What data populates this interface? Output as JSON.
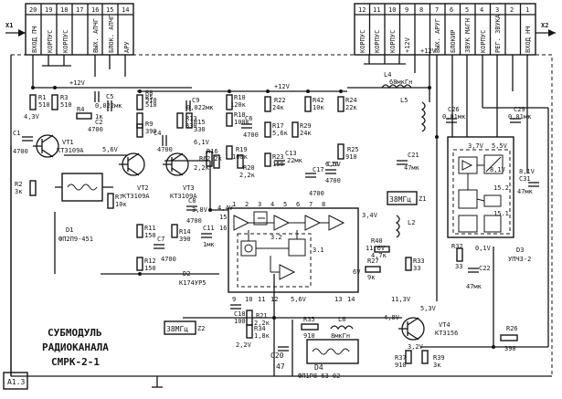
{
  "diagram": {
    "title_lines": [
      "СУБМОДУЛЬ",
      "РАДИОКАНАЛА",
      "СМРК-2-1"
    ],
    "corner_label": "А1.3",
    "connector_x1": {
      "ref": "X1",
      "pin_numbers": [
        "20",
        "19",
        "18",
        "17",
        "16",
        "15",
        "14"
      ],
      "pin_labels": [
        "ВХОД ПЧ",
        "КОРПУС",
        "КОРПУС",
        "",
        "ВЫХ. АПЧГ",
        "БЛОК. АПЧГ",
        "АРУ"
      ]
    },
    "connector_x2": {
      "ref": "X2",
      "pin_numbers": [
        "12",
        "11",
        "10",
        "9",
        "8",
        "7",
        "6",
        "5",
        "4",
        "3",
        "2",
        "1"
      ],
      "pin_labels": [
        "КОРПУС",
        "КОРПУС",
        "КОРПУС",
        "+12V",
        "",
        "ВЫХ. АРУГ",
        "БЛОКИР",
        "ЗВУК МАГН",
        "КОРПУС",
        "РЕГ. ЗВУКА",
        "",
        "ВХОД НЧ"
      ]
    },
    "components": {
      "R1": {
        "ref": "R1",
        "value": "510"
      },
      "R2": {
        "ref": "R2",
        "value": "3к"
      },
      "R3": {
        "ref": "R3",
        "value": "510"
      },
      "R4": {
        "ref": "R4",
        "value": "1к"
      },
      "R5": {
        "ref": "R5",
        "value": "510"
      },
      "R6": {
        "ref": "R6",
        "value": "2,2к"
      },
      "R7": {
        "ref": "R7",
        "value": "10к"
      },
      "R8": {
        "ref": "R8",
        "value": "510"
      },
      "R9": {
        "ref": "R9",
        "value": "390"
      },
      "R10": {
        "ref": "R10",
        "value": "120к"
      },
      "R11": {
        "ref": "R11",
        "value": "150"
      },
      "R12": {
        "ref": "R12",
        "value": "150"
      },
      "R13": {
        "ref": "R13",
        "value": "330"
      },
      "R14": {
        "ref": "R14",
        "value": "390"
      },
      "R15": {
        "ref": "R15",
        "value": "330"
      },
      "R16": {
        "ref": "R16",
        "value": "2,2к"
      },
      "R17": {
        "ref": "R17",
        "value": "5,6к"
      },
      "R18": {
        "ref": "R18",
        "value": "100к"
      },
      "R19": {
        "ref": "R19",
        "value": "100к"
      },
      "R20": {
        "ref": "R20",
        "value": "2,2к"
      },
      "R21": {
        "ref": "R21",
        "value": "2,2к"
      },
      "R22": {
        "ref": "R22",
        "value": "24к"
      },
      "R23": {
        "ref": "R23",
        "value": "150"
      },
      "R24": {
        "ref": "R24",
        "value": "22к"
      },
      "R25": {
        "ref": "R25",
        "value": "910"
      },
      "R26": {
        "ref": "R26",
        "value": "390"
      },
      "R27": {
        "ref": "R27",
        "value": "9к"
      },
      "R29": {
        "ref": "R29",
        "value": "24к"
      },
      "R32": {
        "ref": "R32",
        "value": "33"
      },
      "R33": {
        "ref": "R33",
        "value": "33"
      },
      "R34": {
        "ref": "R34",
        "value": "1,8к"
      },
      "R35": {
        "ref": "R35",
        "value": "910"
      },
      "R37": {
        "ref": "R37",
        "value": "910"
      },
      "R39": {
        "ref": "R39",
        "value": "3к"
      },
      "R40": {
        "ref": "R40",
        "value": "4,7к"
      },
      "R42": {
        "ref": "R42",
        "value": "10к"
      },
      "C1": {
        "ref": "C1",
        "value": "4700"
      },
      "C2": {
        "ref": "C2",
        "value": "4700"
      },
      "C4": {
        "ref": "C4",
        "value": "4700"
      },
      "C5": {
        "ref": "C5",
        "value": "0,022мк"
      },
      "C6": {
        "ref": "C6",
        "value": "4700"
      },
      "C7": {
        "ref": "C7",
        "value": "4700"
      },
      "C8": {
        "ref": "C8",
        "value": "4700"
      },
      "C9": {
        "ref": "C9",
        "value": "0,022мк"
      },
      "C11": {
        "ref": "C11",
        "value": "1мк"
      },
      "C13": {
        "ref": "C13",
        "value": "22мк"
      },
      "C16": {
        "ref": "C16",
        "value": "4700"
      },
      "C17": {
        "ref": "C17",
        "value": "4700"
      },
      "C18": {
        "ref": "C18",
        "value": "100"
      },
      "C20": {
        "ref": "C20",
        "value": "47"
      },
      "C21": {
        "ref": "C21",
        "value": "47мк"
      },
      "C22": {
        "ref": "C22",
        "value": "47мк"
      },
      "C26": {
        "ref": "C26",
        "value": "0,01мк"
      },
      "C29": {
        "ref": "C29",
        "value": "0,01мк"
      },
      "C31": {
        "ref": "C31",
        "value": "47мк"
      },
      "L4": {
        "ref": "L4",
        "value": "68мкГн"
      },
      "L5": {
        "ref": "L5",
        "value": ""
      },
      "L2": {
        "ref": "L2",
        "value": ""
      },
      "L6": {
        "ref": "L6",
        "value": "8мкГн"
      },
      "VT1": {
        "ref": "VT1",
        "value": "КТ3109А"
      },
      "VT2": {
        "ref": "VT2",
        "value": "КТ3109А"
      },
      "VT3": {
        "ref": "VT3",
        "value": "КТ3109А"
      },
      "VT4": {
        "ref": "VT4",
        "value": "КТ3156"
      },
      "D1": {
        "ref": "D1",
        "value": "ФП2П9-451"
      },
      "D2": {
        "ref": "D2",
        "value": "К174УР5"
      },
      "D3": {
        "ref": "D3",
        "value": "УПЧЗ-2"
      },
      "D4": {
        "ref": "D4",
        "value": "ФП1Р8-63-02"
      },
      "Z1": {
        "ref": "Z1",
        "value": "38МГц"
      },
      "Z2": {
        "ref": "Z2",
        "value": "38МГц"
      }
    },
    "voltages": [
      "+12V",
      "+12V",
      "+12V",
      "4,3V",
      "5,6V",
      "6,1V",
      "11,6V",
      "5,6V",
      "4,8V",
      "5,3V",
      "3,7V",
      "0,1V",
      "5,5V",
      "8,1V",
      "11,3V",
      "4,4V",
      "3,2V",
      "3,4V",
      "3,8V",
      "6V",
      "2,2V",
      "6,5V",
      "8,1V"
    ],
    "pin_marks": [
      "1",
      "2",
      "3",
      "4",
      "5",
      "6",
      "7",
      "8",
      "9",
      "10",
      "11",
      "12",
      "13",
      "14",
      "15",
      "16"
    ],
    "ic_blocks": [
      "3.1",
      "3.2",
      "15.1",
      "15.2"
    ]
  }
}
